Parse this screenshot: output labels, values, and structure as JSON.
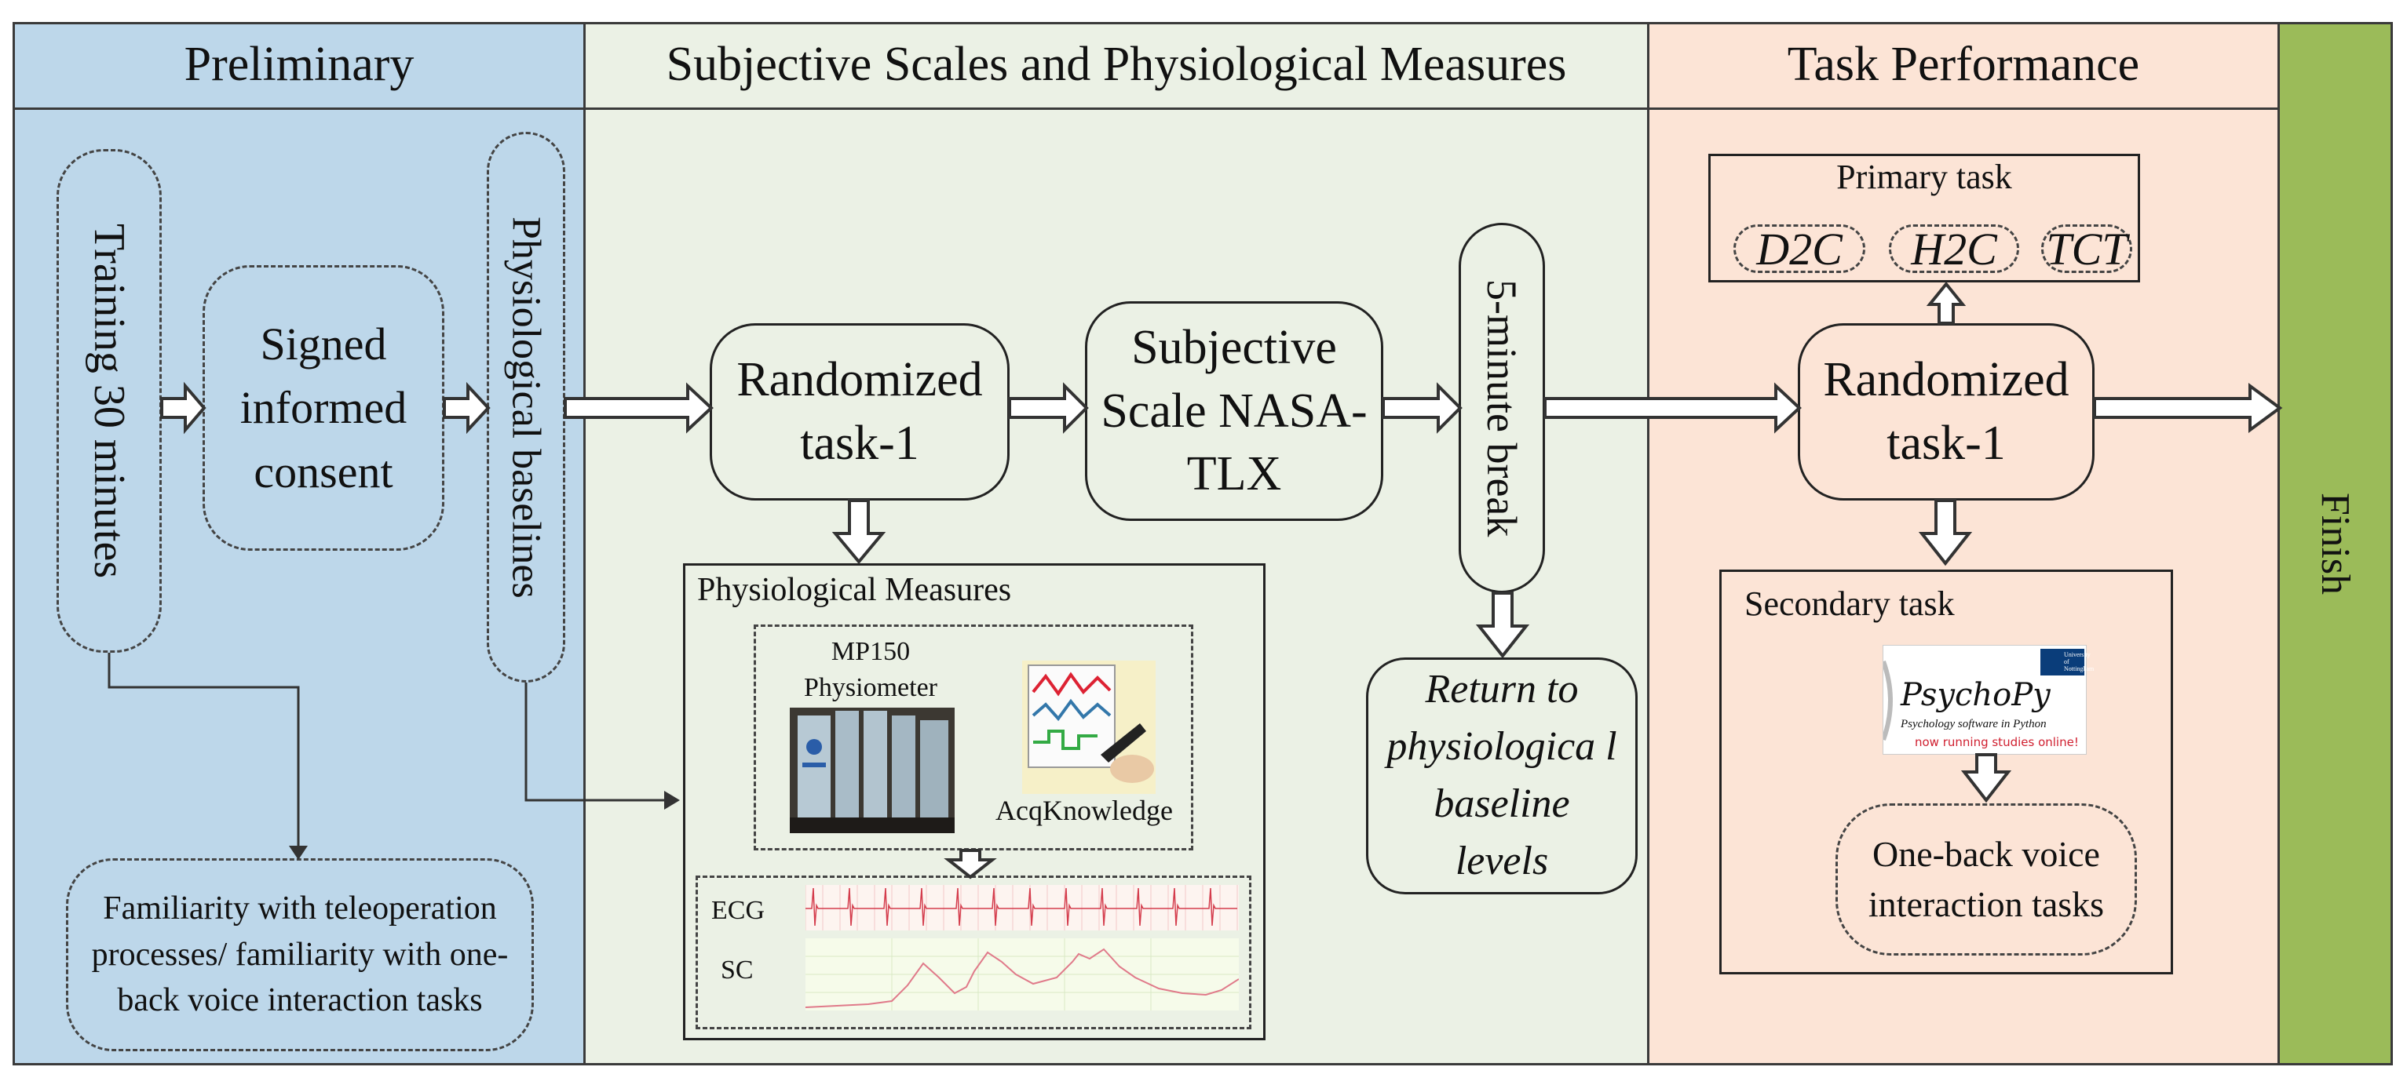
{
  "headers": {
    "preliminary": "Preliminary",
    "subjective": "Subjective Scales and Physiological Measures",
    "task_performance": "Task Performance",
    "finish": "Finish"
  },
  "preliminary": {
    "training": "Training 30 minutes",
    "consent": "Signed informed consent",
    "baselines": "Physiological baselines",
    "familiarity": "Familiarity with teleoperation processes/ familiarity with one-back voice interaction tasks"
  },
  "subjective": {
    "randomized_task": "Randomized task-1",
    "subjective_scale": "Subjective Scale NASA-TLX",
    "break": "5-minute break",
    "return": "Return to physiologica l baseline levels",
    "physio_title": "Physiological Measures",
    "mp150": "MP150 Physiometer",
    "acq": "AcqKnowledge",
    "ecg": "ECG",
    "sc": "SC"
  },
  "task": {
    "primary_title": "Primary task",
    "primary_items": [
      "D2C",
      "H2C",
      "TCT"
    ],
    "randomized_task": "Randomized task-1",
    "secondary_title": "Secondary task",
    "psychopy_name": "PsychoPy",
    "psychopy_tag": "Psychology software in Python",
    "psychopy_sub": "now running studies online!",
    "nottingham": "University of Nottingham",
    "one_back": "One-back voice interaction tasks"
  },
  "colors": {
    "preliminary_bg": "#bdd7ea",
    "subjective_bg": "#ebf1e5",
    "task_bg": "#fce4d6",
    "finish_bg": "#9bbb59"
  }
}
